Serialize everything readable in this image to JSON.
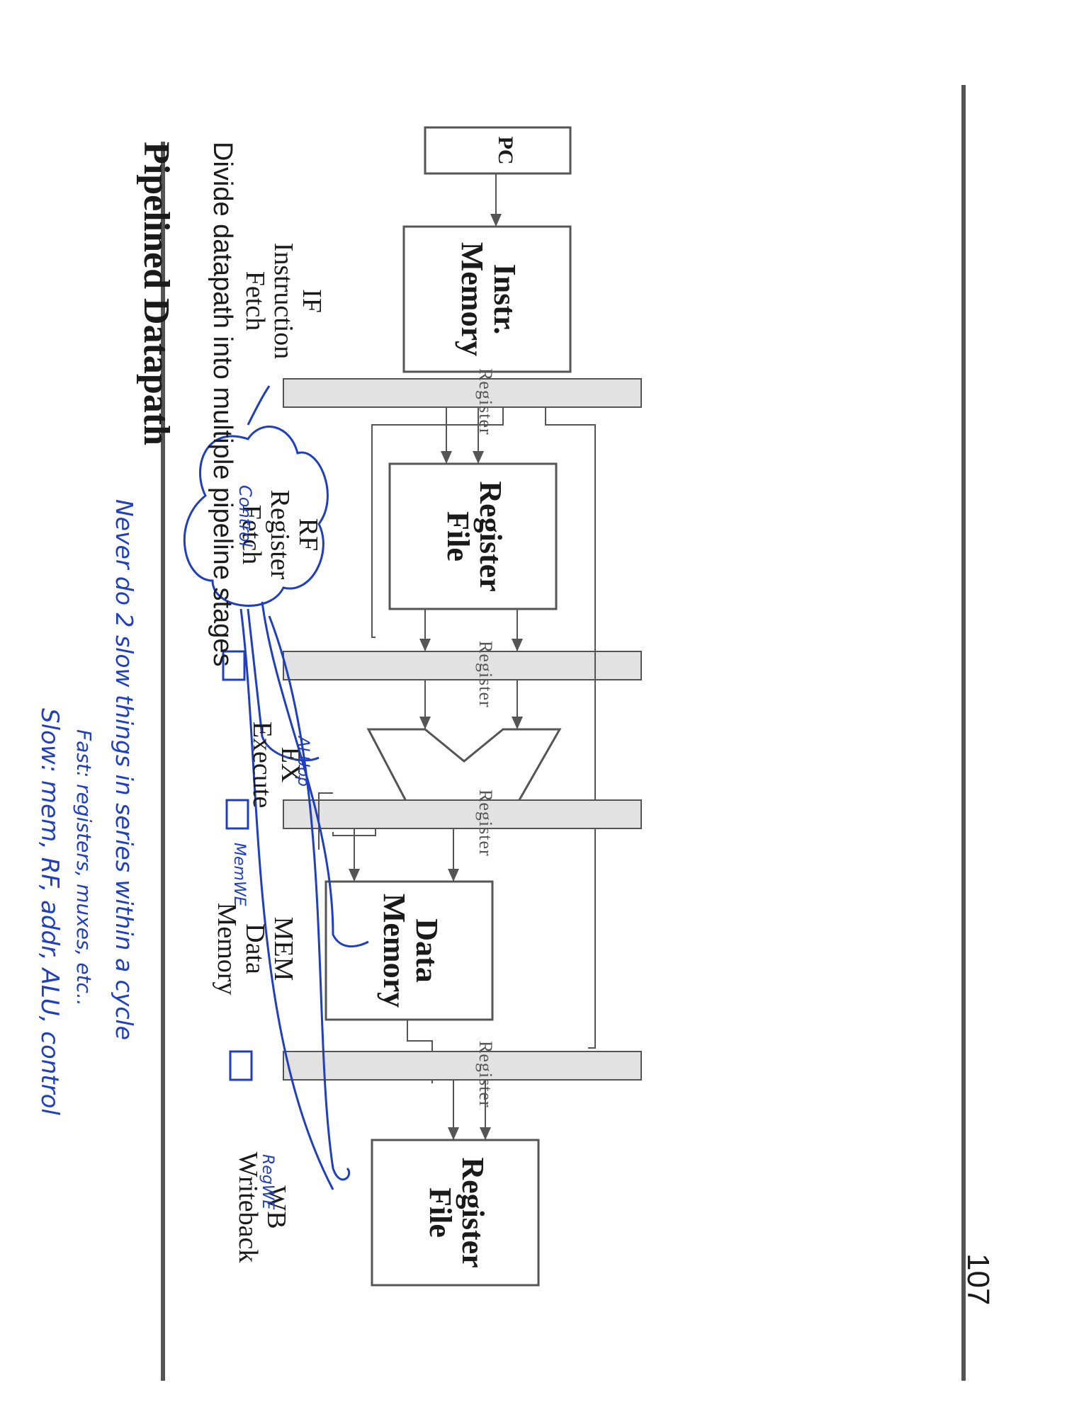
{
  "slide": {
    "title": "Pipelined Datapath",
    "subtitle": "Divide datapath into multiple pipeline stages",
    "page_number": "107"
  },
  "stages": [
    {
      "abbr": "IF",
      "name": "Instruction",
      "name2": "Fetch"
    },
    {
      "abbr": "RF",
      "name": "Register",
      "name2": "Fetch"
    },
    {
      "abbr": "EX",
      "name": "Execute",
      "name2": ""
    },
    {
      "abbr": "MEM",
      "name": "Data",
      "name2": "Memory"
    },
    {
      "abbr": "WB",
      "name": "Writeback",
      "name2": ""
    }
  ],
  "blocks": {
    "pc": "PC",
    "instr_memory": {
      "line1": "Instr.",
      "line2": "Memory"
    },
    "register_file_read": {
      "line1": "Register",
      "line2": "File"
    },
    "data_memory": {
      "line1": "Data",
      "line2": "Memory"
    },
    "register_file_write": {
      "line1": "Register",
      "line2": "File"
    }
  },
  "pipeline_registers": [
    "Register",
    "Register",
    "Register",
    "Register"
  ],
  "handwriting": {
    "line1": "Slow: mem, RF, addr, ALU, control",
    "line2": "Fast: registers, muxes, etc..",
    "line3": "Never do 2 slow things in series within a cycle",
    "control": "Control",
    "aluop": "ALUop",
    "memwe": "MemWE",
    "regwe": "RegWE"
  },
  "colors": {
    "ink": "#1f3fbf",
    "register_fill": "#e2e2e2",
    "lines": "#555555"
  }
}
